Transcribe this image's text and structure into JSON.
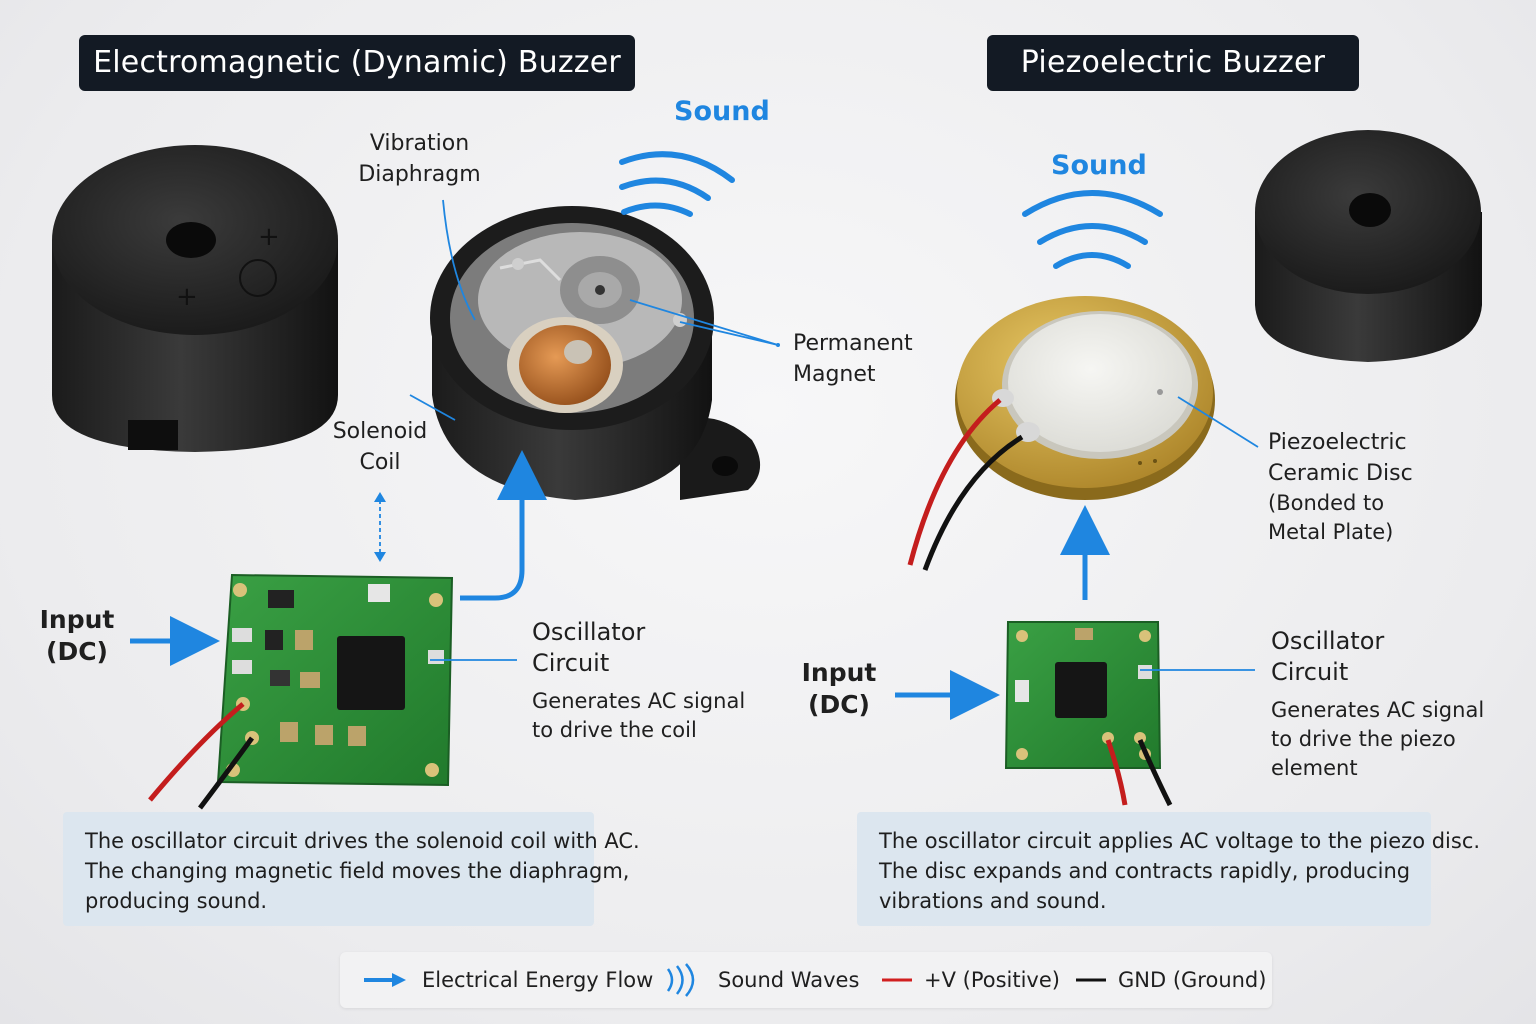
{
  "left": {
    "title": "Electromagnetic (Dynamic) Buzzer",
    "sound": "Sound",
    "labels": {
      "diaphragm": [
        "Vibration",
        "Diaphragm"
      ],
      "magnet": [
        "Permanent",
        "Magnet"
      ],
      "coil": [
        "Solenoid",
        "Coil"
      ],
      "input": [
        "Input",
        "(DC)"
      ],
      "oscillator": [
        "Oscillator",
        "Circuit"
      ],
      "oscillator_desc": [
        "Generates AC signal",
        "to drive the coil"
      ]
    },
    "caption": [
      "The oscillator circuit drives the solenoid coil with AC.",
      "The changing magnetic field moves the diaphragm,",
      "producing sound."
    ]
  },
  "right": {
    "title": "Piezoelectric Buzzer",
    "sound": "Sound",
    "labels": {
      "disc": [
        "Piezoelectric",
        "Ceramic Disc",
        "(Bonded to",
        "Metal Plate)"
      ],
      "input": [
        "Input",
        "(DC)"
      ],
      "oscillator": [
        "Oscillator",
        "Circuit"
      ],
      "oscillator_desc": [
        "Generates AC signal",
        "to drive the piezo",
        "element"
      ]
    },
    "caption": [
      "The oscillator circuit applies AC voltage to the piezo disc.",
      "The disc expands and contracts rapidly, producing",
      "vibrations and sound."
    ]
  },
  "legend": {
    "energy": "Electrical Energy Flow",
    "waves": "Sound Waves",
    "positive": "+V (Positive)",
    "ground": "GND (Ground)"
  },
  "colors": {
    "flow_blue": "#1f86e0",
    "title_bg": "#131a24",
    "caption_bg": "#dce6ef",
    "wire_red": "#d11f1f",
    "wire_black": "#111111",
    "pcb_green": "#2e8b3a",
    "brass": "#c9a23c"
  }
}
